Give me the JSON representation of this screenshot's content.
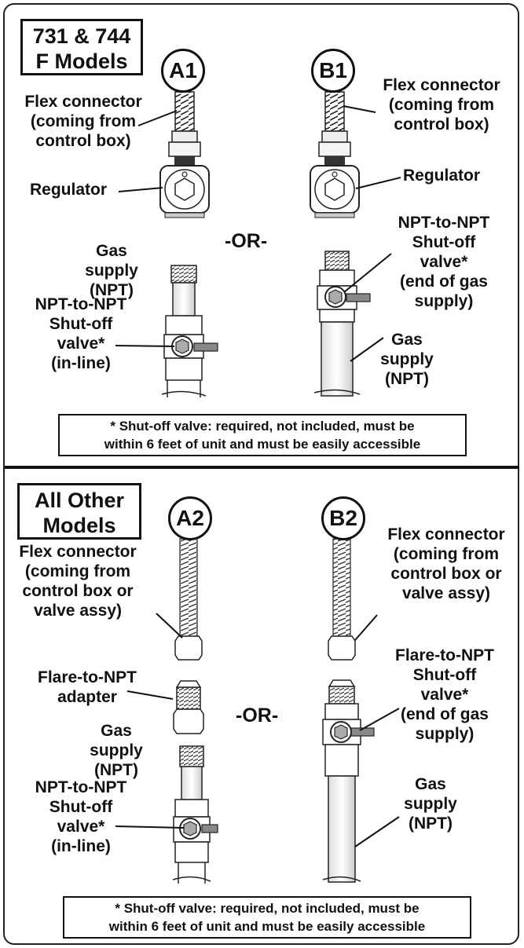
{
  "top_section": {
    "title_line1": "731 & 744",
    "title_line2": "F Models",
    "circle_a": "A1",
    "circle_b": "B1",
    "or_label": "-OR-",
    "a_flex_l1": "Flex connector",
    "a_flex_l2": "(coming from",
    "a_flex_l3": "control box)",
    "a_regulator": "Regulator",
    "a_gas_l1": "Gas",
    "a_gas_l2": "supply",
    "a_gas_l3": "(NPT)",
    "a_valve_l1": "NPT-to-NPT",
    "a_valve_l2": "Shut-off",
    "a_valve_l3": "valve*",
    "a_valve_l4": "(in-line)",
    "b_flex_l1": "Flex connector",
    "b_flex_l2": "(coming from",
    "b_flex_l3": "control box)",
    "b_regulator": "Regulator",
    "b_valve_l1": "NPT-to-NPT",
    "b_valve_l2": "Shut-off",
    "b_valve_l3": "valve*",
    "b_valve_l4": "(end of gas",
    "b_valve_l5": "supply)",
    "b_gas_l1": "Gas",
    "b_gas_l2": "supply",
    "b_gas_l3": "(NPT)",
    "note_l1": "* Shut-off valve: required, not included, must be",
    "note_l2": "within 6 feet of unit and must be easily accessible"
  },
  "bottom_section": {
    "title_line1": "All Other",
    "title_line2": "Models",
    "circle_a": "A2",
    "circle_b": "B2",
    "or_label": "-OR-",
    "a_flex_l1": "Flex connector",
    "a_flex_l2": "(coming from",
    "a_flex_l3": "control box or",
    "a_flex_l4": "valve assy)",
    "a_adapter_l1": "Flare-to-NPT",
    "a_adapter_l2": "adapter",
    "a_gas_l1": "Gas",
    "a_gas_l2": "supply",
    "a_gas_l3": "(NPT)",
    "a_valve_l1": "NPT-to-NPT",
    "a_valve_l2": "Shut-off",
    "a_valve_l3": "valve*",
    "a_valve_l4": "(in-line)",
    "b_flex_l1": "Flex connector",
    "b_flex_l2": "(coming from",
    "b_flex_l3": "control box or",
    "b_flex_l4": "valve assy)",
    "b_valve_l1": "Flare-to-NPT",
    "b_valve_l2": "Shut-off",
    "b_valve_l3": "valve*",
    "b_valve_l4": "(end of gas",
    "b_valve_l5": "supply)",
    "b_gas_l1": "Gas",
    "b_gas_l2": "supply",
    "b_gas_l3": "(NPT)",
    "note_l1": "* Shut-off valve: required, not included, must be",
    "note_l2": "within 6 feet of unit and must be easily accessible"
  }
}
